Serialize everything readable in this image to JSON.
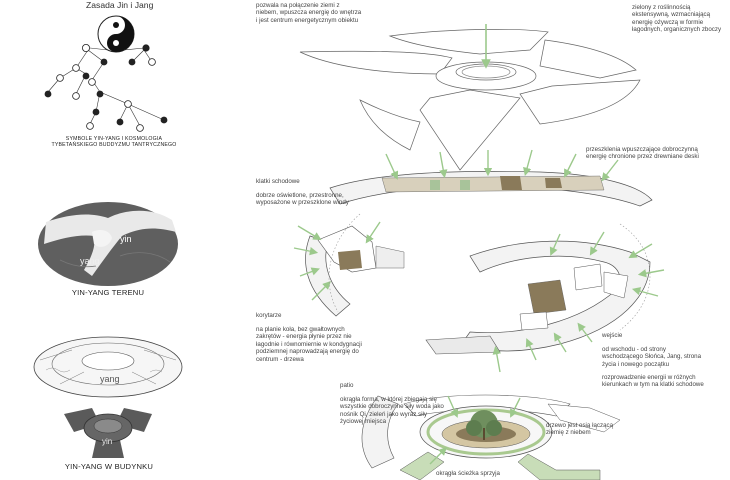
{
  "left_panel": {
    "title": "Zasada Jin i Jang",
    "tree_caption": "SYMBOLE YIN-YANG I KOSMOLOGIA TYBETAŃSKIEGO BUDDYZMU TANTRYCZNEGO",
    "terrain": {
      "yin": "yin",
      "yang": "yang",
      "caption": "YIN-YANG TERENU"
    },
    "building": {
      "yang": "yang",
      "yin": "yin",
      "caption": "YIN-YANG W BUDYNKU"
    }
  },
  "annotations": {
    "top_center": "pozwala na połączenie ziemi z niebem, wpuszcza energię do wnętrza i jest centrum energetycznym obiektu",
    "top_right": "zielony z roślinnością ekstensywną, wzmacniającą energię ożywczą w formie łagodnych, organicznych zboczy",
    "skylights": "przeszklenia wpuszczające dobroczynną energię chronione przez drewniane deski",
    "stairs_heading": "klatki schodowe",
    "stairs_text": "dobrze oświetlone, przestronne, wyposażone w przeszklone windy",
    "corridors_heading": "korytarze",
    "corridors_text": "na planie koła, bez gwałtownych zakrętów - energia płynie przez nie łagodnie i równomiernie w kondygnacji podziemnej naprowadzają energię do centrum - drzewa",
    "entrance_heading": "wejście",
    "entrance_text": "od wschodu - od strony wschodzącego Słońca, Jang, strona życia i nowego początku",
    "distribution_text": "rozprowadzenie energii w różnych kierunkach w tym na klatki schodowe",
    "patio_heading": "patio",
    "patio_text": "okrągła forma, w której zbiegają się wszystkie dobroczynne siły woda jako nośnik Qi, zieleń jako wyraz siły życiowej miejsca",
    "tree_text": "drzewo jest osią łączącą ziemię z niebem",
    "path_text": "okrągła ścieżka sprzyja"
  },
  "colors": {
    "arrow_green": "#9cc98c",
    "line": "#555555",
    "terrain_dark": "#5a5a5a",
    "wood": "#8a7a5a",
    "grass": "#a9c98f"
  }
}
